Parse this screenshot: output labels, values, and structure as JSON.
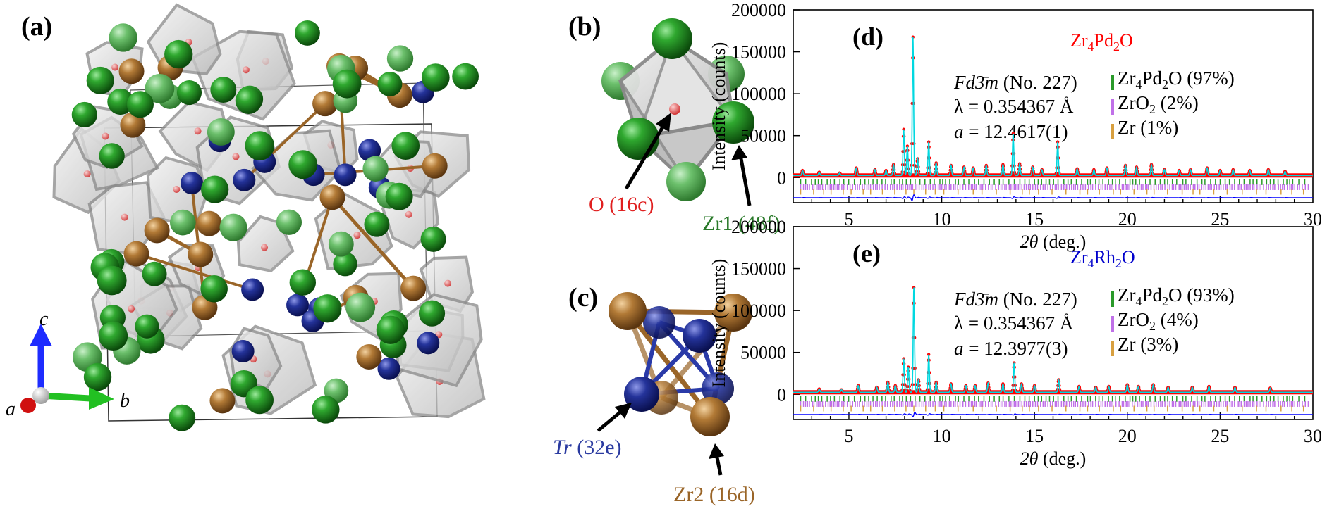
{
  "panel_labels": {
    "a": "(a)",
    "b": "(b)",
    "c": "(c)",
    "d": "(d)",
    "e": "(e)"
  },
  "colors": {
    "zr1": "#1f8a1f",
    "zr2": "#9a6528",
    "tr": "#1c2a8a",
    "oxygen": "#e03030",
    "obs": "#ff0000",
    "calc": "#00d8e0",
    "diff": "#0000ff",
    "tick_zr4pd2o": "#2a9a2a",
    "tick_zro2": "#c070e8",
    "tick_zr": "#d8a040",
    "title_d": "#ff0000",
    "title_e": "#0000cc"
  },
  "axes_triad": {
    "a": "a",
    "b": "b",
    "c": "c"
  },
  "panel_b": {
    "o_label": "O (16c)",
    "zr1_label": "Zr1 (48f)"
  },
  "panel_c": {
    "tr_label": "Tr",
    "tr_site": " (32e)",
    "zr2_label": "Zr2 (16d)"
  },
  "chart_data": [
    {
      "type": "line",
      "title": "Zr4Pd2O",
      "xlabel": "2θ (deg.)",
      "ylabel": "Intensity (counts)",
      "xlim": [
        2,
        30
      ],
      "ylim": [
        -30000,
        200000
      ],
      "xticks": [
        5,
        10,
        15,
        20,
        25,
        30
      ],
      "yticks": [
        0,
        50000,
        100000,
        150000,
        200000
      ],
      "space_group": "Fd3̄m (No. 227)",
      "wavelength": "λ = 0.354367 Å",
      "lattice": "a = 12.4617(1)",
      "legend": [
        "Zr4Pd2O (97%)",
        "ZrO2 (2%)",
        "Zr (1%)"
      ],
      "peaks": [
        [
          2.5,
          6000
        ],
        [
          3.4,
          4000
        ],
        [
          4.5,
          3000
        ],
        [
          5.4,
          9000
        ],
        [
          6.4,
          7000
        ],
        [
          7.0,
          6000
        ],
        [
          7.4,
          13000
        ],
        [
          7.95,
          55000
        ],
        [
          8.15,
          35000
        ],
        [
          8.45,
          165000
        ],
        [
          8.7,
          20000
        ],
        [
          9.3,
          40000
        ],
        [
          9.7,
          15000
        ],
        [
          10.5,
          12000
        ],
        [
          11.2,
          10000
        ],
        [
          11.7,
          9000
        ],
        [
          12.4,
          12000
        ],
        [
          13.3,
          13000
        ],
        [
          13.85,
          50000
        ],
        [
          14.2,
          14000
        ],
        [
          14.9,
          10000
        ],
        [
          15.4,
          7000
        ],
        [
          16.25,
          40000
        ],
        [
          17.3,
          8000
        ],
        [
          18.2,
          7000
        ],
        [
          18.9,
          9000
        ],
        [
          19.9,
          12000
        ],
        [
          20.5,
          10000
        ],
        [
          21.3,
          13000
        ],
        [
          22.0,
          7000
        ],
        [
          22.8,
          6000
        ],
        [
          23.4,
          7000
        ],
        [
          24.3,
          9000
        ],
        [
          25.0,
          6000
        ],
        [
          25.7,
          7000
        ],
        [
          26.6,
          6000
        ],
        [
          27.6,
          7000
        ],
        [
          28.5,
          5000
        ]
      ]
    },
    {
      "type": "line",
      "title": "Zr4Rh2O",
      "xlabel": "2θ (deg.)",
      "ylabel": "Intensity (counts)",
      "xlim": [
        2,
        30
      ],
      "ylim": [
        -30000,
        200000
      ],
      "xticks": [
        5,
        10,
        15,
        20,
        25,
        30
      ],
      "yticks": [
        0,
        50000,
        100000,
        150000,
        200000
      ],
      "space_group": "Fd3̄m (No. 227)",
      "wavelength": "λ = 0.354367 Å",
      "lattice": "a = 12.3977(3)",
      "legend": [
        "Zr4Pd2O (93%)",
        "ZrO2 (4%)",
        "Zr (3%)"
      ],
      "peaks": [
        [
          3.4,
          4000
        ],
        [
          4.6,
          3000
        ],
        [
          5.5,
          8000
        ],
        [
          6.5,
          6000
        ],
        [
          7.1,
          12000
        ],
        [
          7.5,
          8000
        ],
        [
          7.95,
          40000
        ],
        [
          8.2,
          30000
        ],
        [
          8.5,
          125000
        ],
        [
          8.75,
          15000
        ],
        [
          9.3,
          45000
        ],
        [
          9.7,
          12000
        ],
        [
          10.5,
          10000
        ],
        [
          11.3,
          8000
        ],
        [
          11.8,
          8000
        ],
        [
          12.5,
          11000
        ],
        [
          13.3,
          10000
        ],
        [
          13.9,
          35000
        ],
        [
          14.3,
          10000
        ],
        [
          15.0,
          8000
        ],
        [
          16.3,
          15000
        ],
        [
          17.4,
          7000
        ],
        [
          18.3,
          6000
        ],
        [
          19.0,
          7000
        ],
        [
          20.0,
          9000
        ],
        [
          20.6,
          7000
        ],
        [
          21.4,
          9000
        ],
        [
          22.2,
          6000
        ],
        [
          23.5,
          6000
        ],
        [
          24.4,
          7000
        ],
        [
          25.8,
          6000
        ],
        [
          27.7,
          5000
        ]
      ]
    }
  ]
}
